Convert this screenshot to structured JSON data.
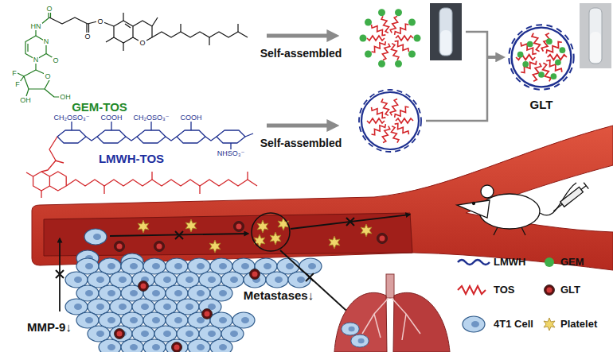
{
  "diagram": {
    "labels": [
      "HN",
      "O",
      "N",
      "N",
      "O",
      "O",
      "O",
      "O",
      "O",
      "F",
      "F",
      "OH",
      "OH",
      "GEM-TOS",
      "CH₂OSO₃⁻",
      "COOH",
      "CH₂OSO₃⁻",
      "COOH",
      "Self-assembled",
      "Self-assembled",
      "LMWH-TOS",
      "NHSO₃⁻",
      "GLT",
      "MMP-9↓",
      "Metastases↓"
    ],
    "legend": [
      {
        "text": "LMWH"
      },
      {
        "text": "GEM"
      },
      {
        "text": "TOS"
      },
      {
        "text": "GLT"
      },
      {
        "text": "4T1 Cell"
      },
      {
        "text": "Platelet"
      }
    ]
  }
}
